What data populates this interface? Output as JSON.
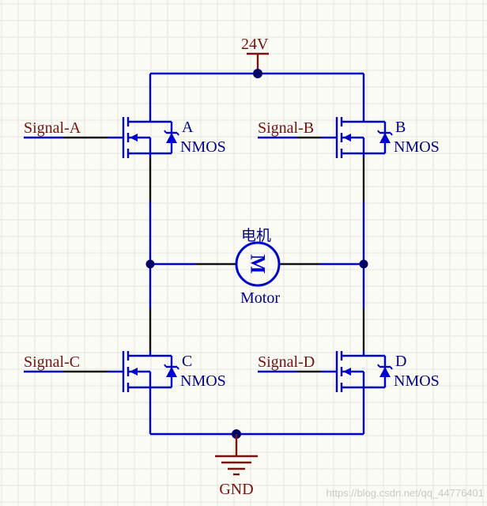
{
  "supply": {
    "label": "24V"
  },
  "ground": {
    "label": "GND"
  },
  "motor": {
    "title": "电机",
    "label": "Motor",
    "symbol": "M"
  },
  "mosfets": [
    {
      "id": "A",
      "type": "NMOS",
      "signal": "Signal-A"
    },
    {
      "id": "B",
      "type": "NMOS",
      "signal": "Signal-B"
    },
    {
      "id": "C",
      "type": "NMOS",
      "signal": "Signal-C"
    },
    {
      "id": "D",
      "type": "NMOS",
      "signal": "Signal-D"
    }
  ],
  "watermark": "https://blog.csdn.net/qq_44776401",
  "colors": {
    "wire": "#0000cc",
    "label": "#7a1010",
    "component": "#000088"
  }
}
